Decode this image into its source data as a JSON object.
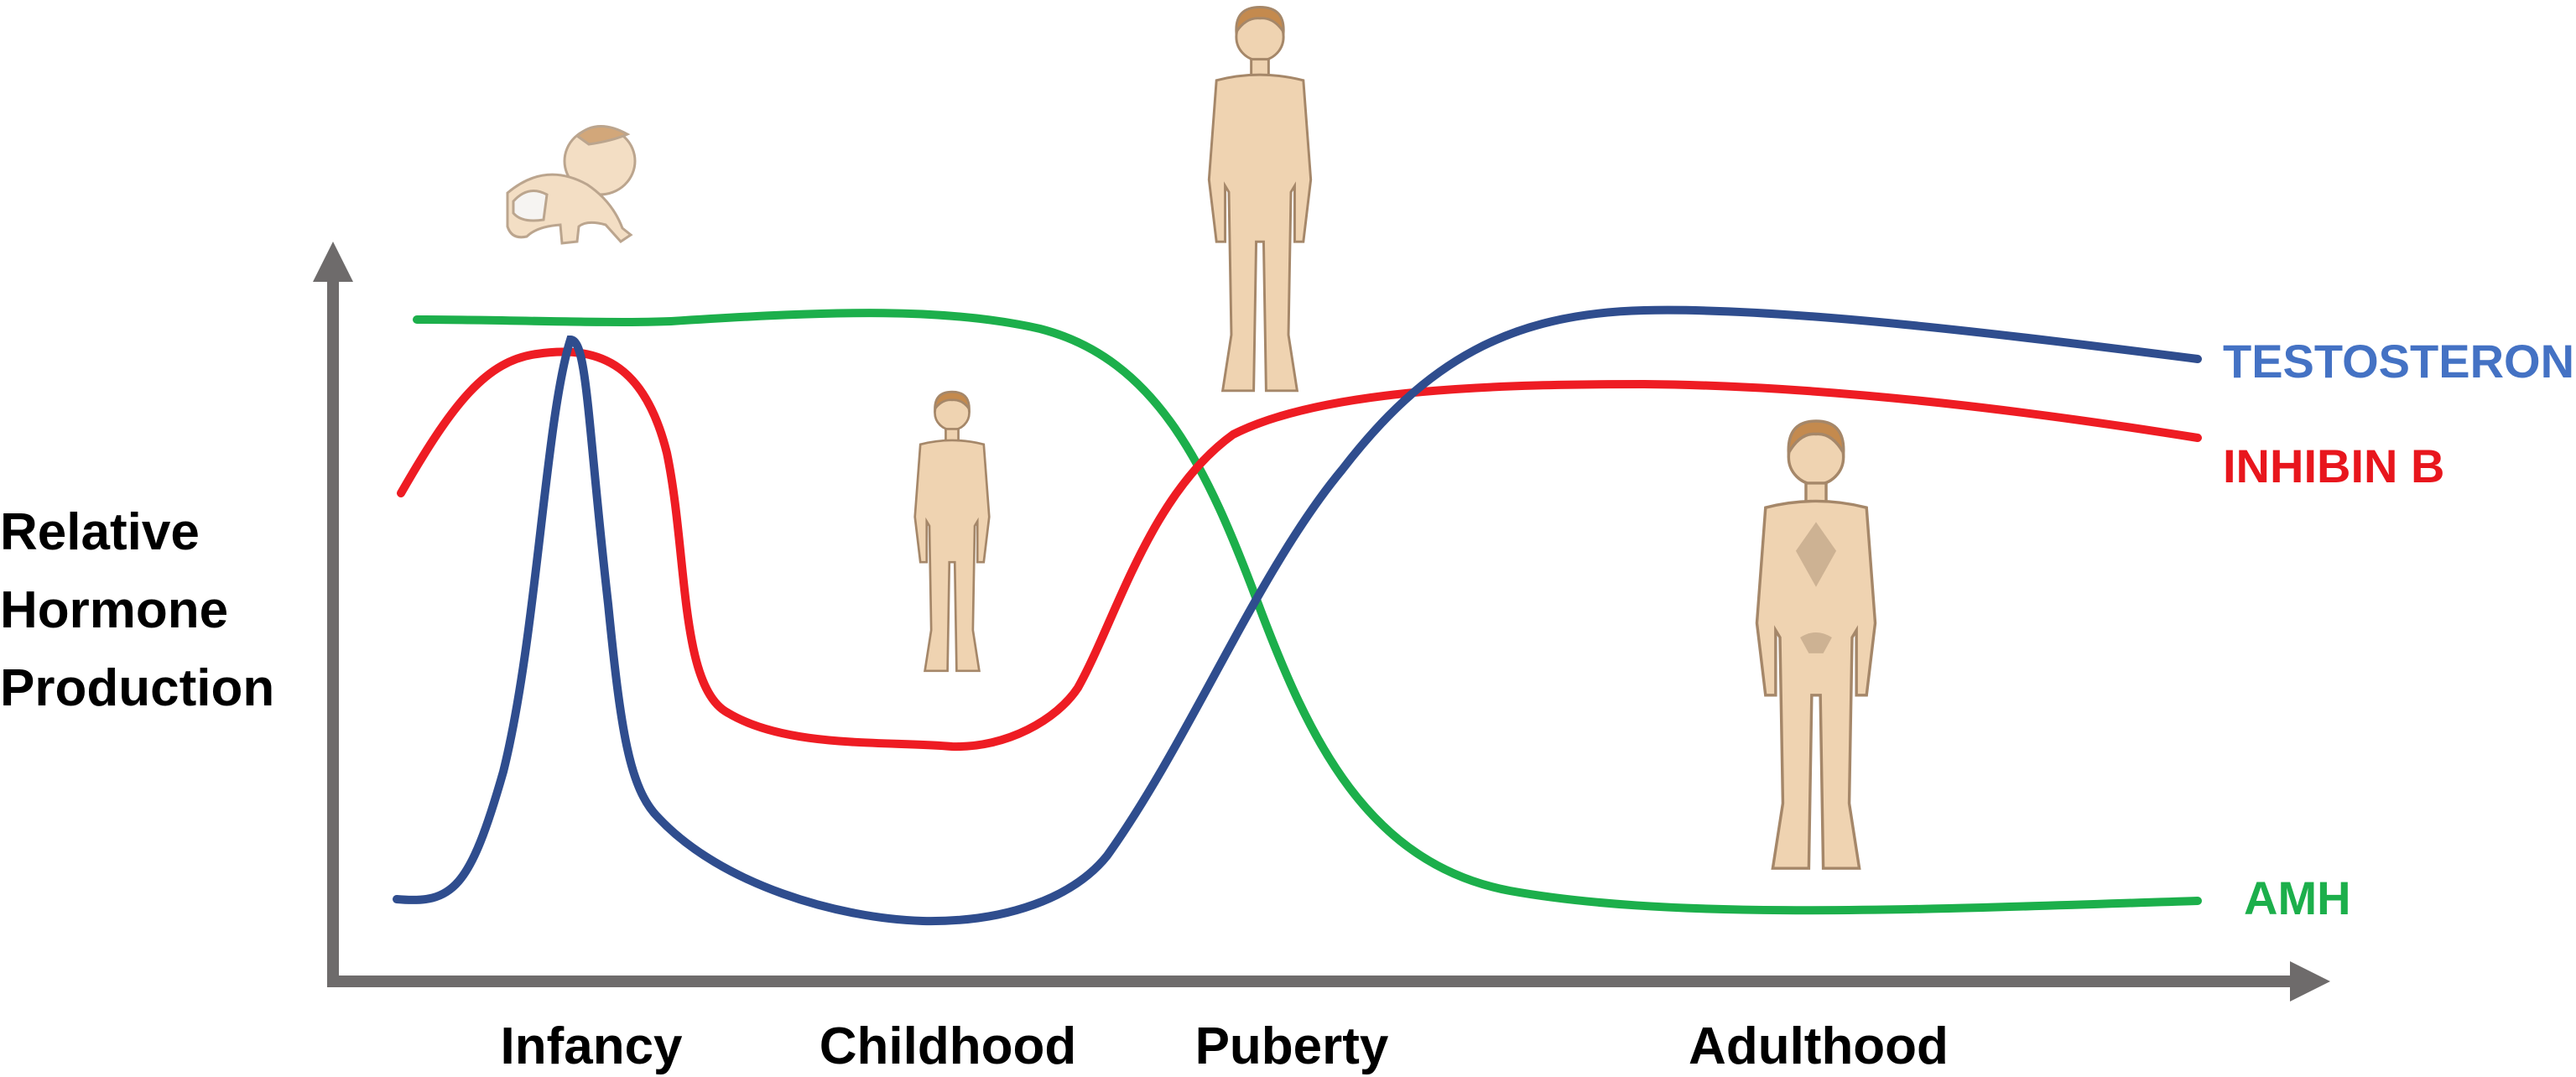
{
  "y_axis_label": [
    "Relative",
    "Hormone",
    "Production"
  ],
  "stages": [
    "Infancy",
    "Childhood",
    "Puberty",
    "Adulthood"
  ],
  "series": [
    {
      "key": "testosterone",
      "label": "TESTOSTERONE",
      "color": "#2F4D8E",
      "label_color": "#4472C4"
    },
    {
      "key": "inhibin",
      "label": "INHIBIN B",
      "color": "#EE1C23",
      "label_color": "#E8161D"
    },
    {
      "key": "amh",
      "label": "AMH",
      "color": "#1CAF4B",
      "label_color": "#1CAF4B"
    }
  ],
  "colors": {
    "axis": "#6E6B6B",
    "skin": "#EFD3B1",
    "hair": "#C48A4E",
    "outline": "#A58769"
  },
  "figures": [
    "infant-figure",
    "child-figure",
    "pubertal-figure",
    "adult-figure"
  ]
}
